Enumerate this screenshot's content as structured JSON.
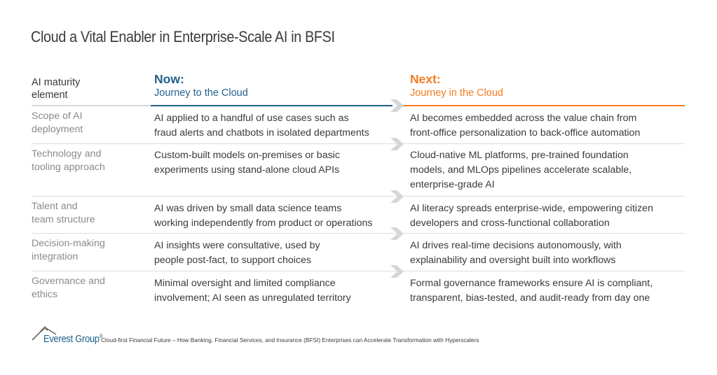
{
  "title": "Cloud a Vital Enabler in Enterprise-Scale AI in BFSI",
  "header": {
    "label_line1": "AI maturity",
    "label_line2": "element",
    "now": {
      "main": "Now:",
      "sub": "Journey to the Cloud"
    },
    "next": {
      "main": "Next:",
      "sub": "Journey in the Cloud"
    }
  },
  "colors": {
    "now": "#1f5f8b",
    "next": "#f47b20",
    "separator": "#dedede",
    "chevron": "#d6d6d6"
  },
  "rows": [
    {
      "label": [
        "Scope of AI",
        "deployment"
      ],
      "now": [
        "AI applied to a handful of use cases such as",
        "fraud alerts and chatbots in isolated departments"
      ],
      "next": [
        "AI becomes embedded across the value chain from",
        "front-office personalization to back-office automation"
      ]
    },
    {
      "label": [
        "Technology and",
        "tooling approach"
      ],
      "now": [
        "Custom-built models on-premises or basic",
        "experiments using stand-alone cloud APIs"
      ],
      "next": [
        "Cloud-native ML platforms, pre-trained foundation",
        "models, and MLOps pipelines accelerate scalable,",
        "enterprise-grade AI"
      ]
    },
    {
      "label": [
        "Talent and",
        "team structure"
      ],
      "now": [
        "AI was driven by small data science teams",
        "working independently from product or operations"
      ],
      "next": [
        "AI literacy spreads enterprise-wide, empowering citizen",
        "developers and cross-functional collaboration"
      ]
    },
    {
      "label": [
        "Decision-making",
        "integration"
      ],
      "now": [
        "AI insights were consultative, used by",
        "people post-fact, to support choices"
      ],
      "next": [
        "AI drives real-time decisions autonomously, with",
        "explainability and oversight built into workflows"
      ]
    },
    {
      "label": [
        "Governance and",
        "ethics"
      ],
      "now": [
        "Minimal oversight and limited compliance",
        "involvement; AI seen as unregulated territory"
      ],
      "next": [
        "Formal governance frameworks ensure AI is compliant,",
        "transparent, bias-tested, and audit-ready from day one"
      ]
    }
  ],
  "footer": {
    "logo": "Everest Group",
    "registered": "®",
    "source": "Cloud-first Financial Future – How Banking, Financial Services, and Insurance (BFSI) Enterprises can Accelerate Transformation with Hyperscalers"
  }
}
